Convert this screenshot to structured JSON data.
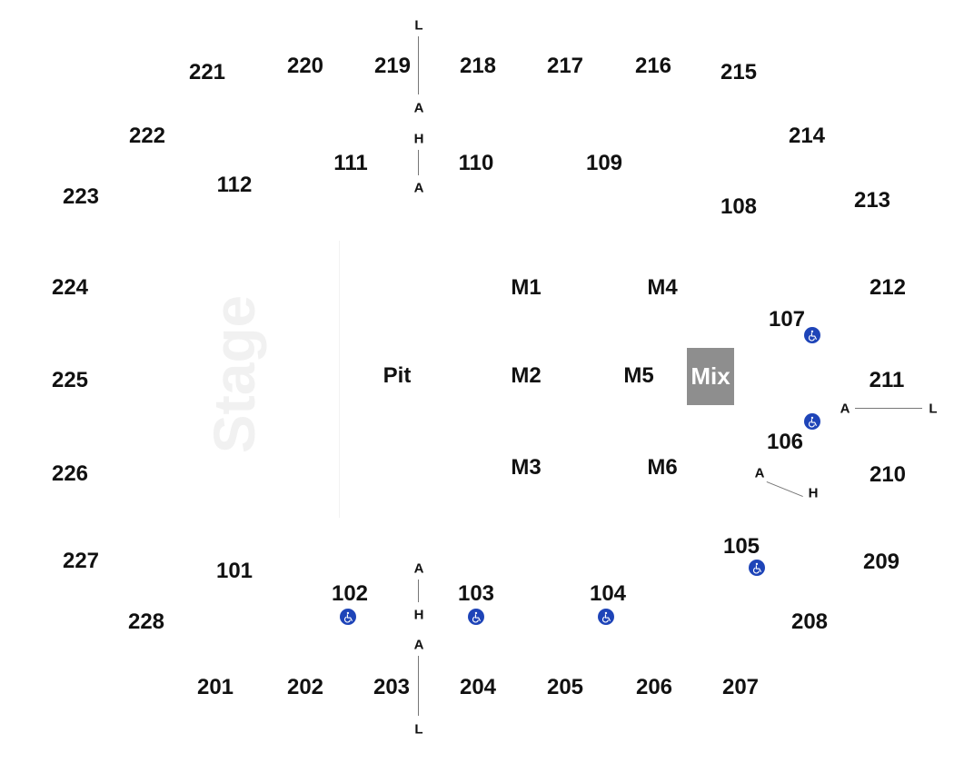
{
  "stage": {
    "label": "Stage"
  },
  "floor": {
    "pit": "Pit",
    "mix": "Mix",
    "m1": "M1",
    "m2": "M2",
    "m3": "M3",
    "m4": "M4",
    "m5": "M5",
    "m6": "M6"
  },
  "sections_100": {
    "s101": "101",
    "s102": "102",
    "s103": "103",
    "s104": "104",
    "s105": "105",
    "s106": "106",
    "s107": "107",
    "s108": "108",
    "s109": "109",
    "s110": "110",
    "s111": "111",
    "s112": "112"
  },
  "sections_200": {
    "s201": "201",
    "s202": "202",
    "s203": "203",
    "s204": "204",
    "s205": "205",
    "s206": "206",
    "s207": "207",
    "s208": "208",
    "s209": "209",
    "s210": "210",
    "s211": "211",
    "s212": "212",
    "s213": "213",
    "s214": "214",
    "s215": "215",
    "s216": "216",
    "s217": "217",
    "s218": "218",
    "s219": "219",
    "s220": "220",
    "s221": "221",
    "s222": "222",
    "s223": "223",
    "s224": "224",
    "s225": "225",
    "s226": "226",
    "s227": "227",
    "s228": "228"
  },
  "row_markers": {
    "l": "L",
    "a": "A",
    "h": "H"
  },
  "colors": {
    "accessible": "#1e44b8",
    "mix_box": "#8e8e8e"
  },
  "icons": {
    "accessible": "wheelchair-icon"
  }
}
